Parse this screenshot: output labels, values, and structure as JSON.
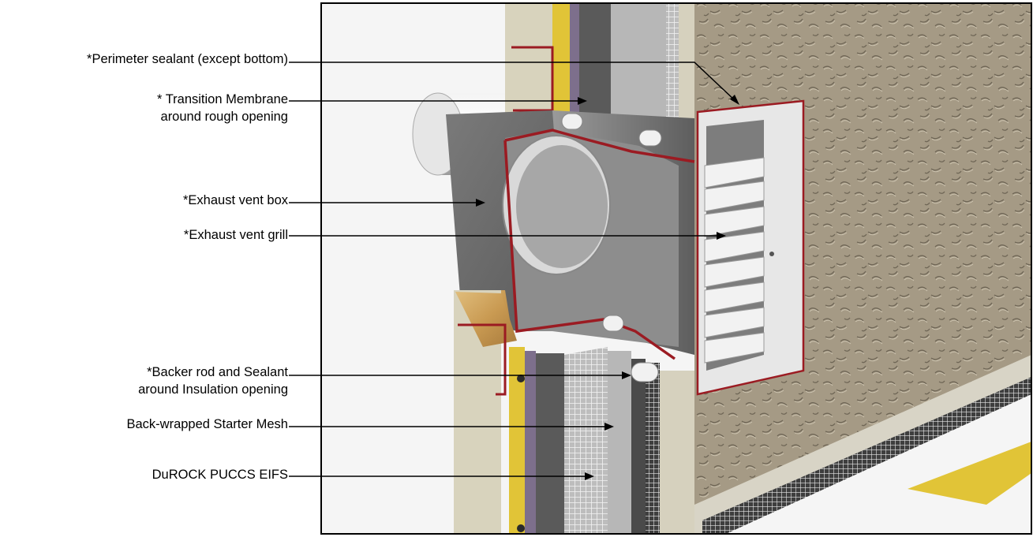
{
  "callouts": {
    "perimeter_sealant": "*Perimeter sealant (except bottom)",
    "transition_membrane_line1": "* Transition Membrane",
    "transition_membrane_line2": "around rough opening",
    "exhaust_vent_box": "*Exhaust vent  box",
    "exhaust_vent_grill": "*Exhaust vent grill",
    "backer_rod_line1": "*Backer rod and Sealant",
    "backer_rod_line2": "around Insulation opening",
    "starter_mesh": "Back-wrapped Starter Mesh",
    "eifs": "DuROCK PUCCS EIFS"
  },
  "colors": {
    "stucco": "#a59a85",
    "sealant_red": "#9b1b22",
    "insulation_yellow": "#e1c437",
    "vent_gray": "#6f6f6f",
    "grill_white": "#eeeeee",
    "wood": "#cfa766"
  }
}
